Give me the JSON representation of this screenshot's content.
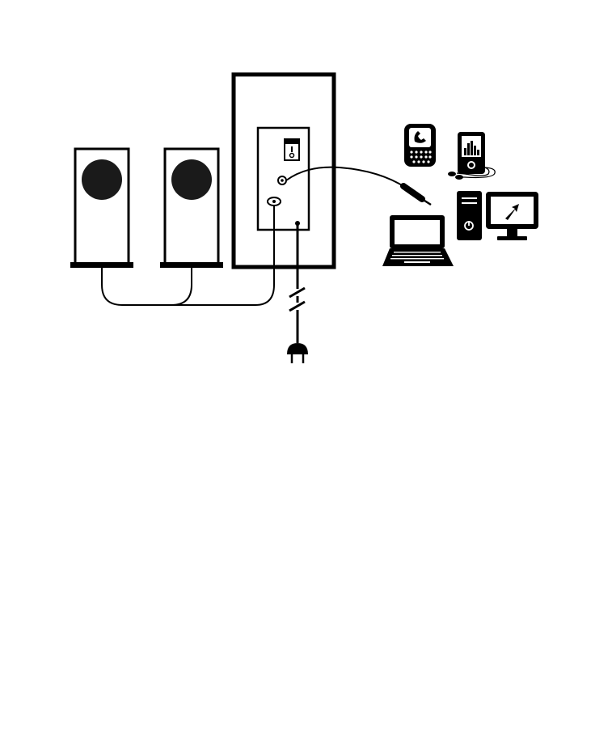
{
  "diagram": {
    "description_visible_text": "",
    "components": [
      {
        "id": "satellite-speaker-left",
        "icon": "speaker-icon"
      },
      {
        "id": "satellite-speaker-right",
        "icon": "speaker-icon"
      },
      {
        "id": "subwoofer",
        "icon": "subwoofer-icon"
      },
      {
        "id": "power-switch",
        "icon": "switch-icon"
      },
      {
        "id": "audio-input-jack",
        "icon": "jack-icon"
      },
      {
        "id": "speaker-output-jack",
        "icon": "jack-icon"
      },
      {
        "id": "power-cord",
        "icon": "plug-icon"
      },
      {
        "id": "audio-cable",
        "icon": "cable-icon"
      },
      {
        "id": "mobile-phone",
        "icon": "phone-icon"
      },
      {
        "id": "mp3-player",
        "icon": "music-player-icon"
      },
      {
        "id": "laptop",
        "icon": "laptop-icon"
      },
      {
        "id": "desktop-computer",
        "icon": "desktop-icon"
      }
    ],
    "colors": {
      "ink": "#000000",
      "paper": "#ffffff",
      "speaker_cone": "#1a1a1a"
    }
  }
}
